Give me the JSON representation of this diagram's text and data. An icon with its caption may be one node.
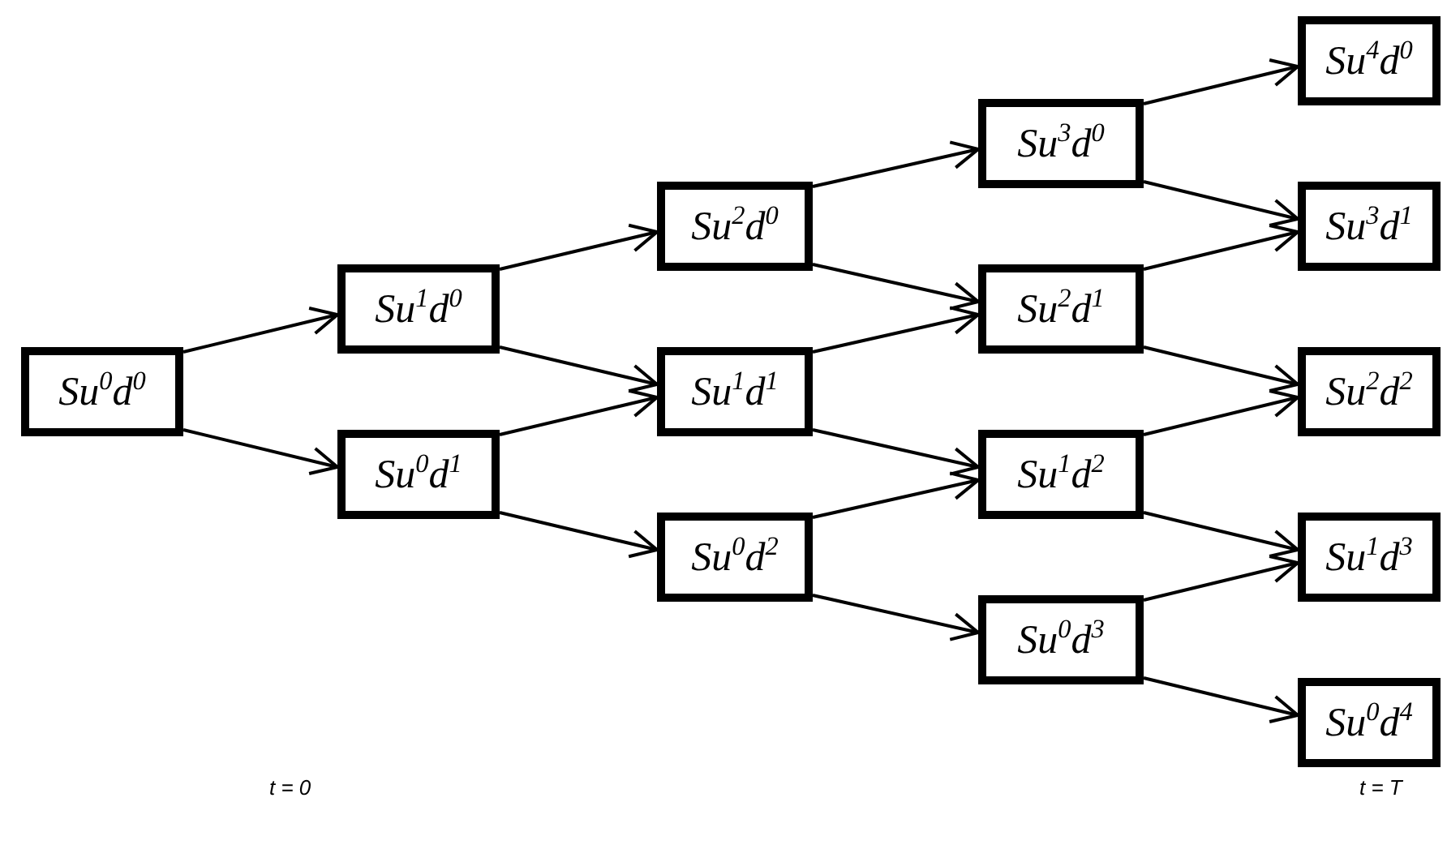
{
  "diagram": {
    "nodes": [
      {
        "text": [
          "Su$^{0}$d$^{0}$"
        ]
      },
      {
        "text": [
          "Su$^{1}$d$^{0}$"
        ]
      },
      {
        "text": [
          "Su$^{0}$d$^{1}$"
        ]
      },
      {
        "text": [
          "Su$^{2}$d$^{0}$"
        ]
      },
      {
        "text": [
          "Su$^{1}$d$^{1}$"
        ]
      },
      {
        "text": [
          "Su$^{0}$d$^{2}$"
        ]
      },
      {
        "text": [
          "Su$^{3}$d$^{0}$"
        ]
      },
      {
        "text": [
          "Su$^{2}$d$^{1}$"
        ]
      },
      {
        "text": [
          "Su$^{1}$d$^{2}$"
        ]
      },
      {
        "text": [
          "Su$^{0}$d$^{3}$"
        ]
      },
      {
        "text": [
          "Su$^{4}$d$^{0}$"
        ]
      },
      {
        "text": [
          "Su$^{3}$d$^{1}$"
        ]
      },
      {
        "text": [
          "Su$^{2}$d$^{2}$"
        ]
      },
      {
        "text": [
          "Su$^{1}$d$^{3}$"
        ]
      },
      {
        "text": [
          "Su$^{0}$d$^{4}$"
        ]
      }
    ],
    "edges": [
      {
        "from": 0,
        "to": 1,
        "arrow": "to"
      },
      {
        "from": 0,
        "to": 2,
        "arrow": "to"
      },
      {
        "from": 1,
        "to": 3,
        "arrow": "to"
      },
      {
        "from": 1,
        "to": 4,
        "arrow": "to"
      },
      {
        "from": 2,
        "to": 4,
        "arrow": "to"
      },
      {
        "from": 2,
        "to": 5,
        "arrow": "to"
      },
      {
        "from": 3,
        "to": 6,
        "arrow": "to"
      },
      {
        "from": 3,
        "to": 7,
        "arrow": "to"
      },
      {
        "from": 4,
        "to": 7,
        "arrow": "to"
      },
      {
        "from": 4,
        "to": 8,
        "arrow": "to"
      },
      {
        "from": 5,
        "to": 8,
        "arrow": "to"
      },
      {
        "from": 5,
        "to": 9,
        "arrow": "to"
      },
      {
        "from": 6,
        "to": 10,
        "arrow": "to"
      },
      {
        "from": 6,
        "to": 11,
        "arrow": "to"
      },
      {
        "from": 7,
        "to": 11,
        "arrow": "to"
      },
      {
        "from": 7,
        "to": 12,
        "arrow": "to"
      },
      {
        "from": 8,
        "to": 12,
        "arrow": "to"
      },
      {
        "from": 8,
        "to": 13,
        "arrow": "to"
      },
      {
        "from": 9,
        "to": 13,
        "arrow": "to"
      },
      {
        "from": 9,
        "to": 14,
        "arrow": "to"
      }
    ],
    "labels": [
      "t = 0",
      "t = T"
    ]
  }
}
